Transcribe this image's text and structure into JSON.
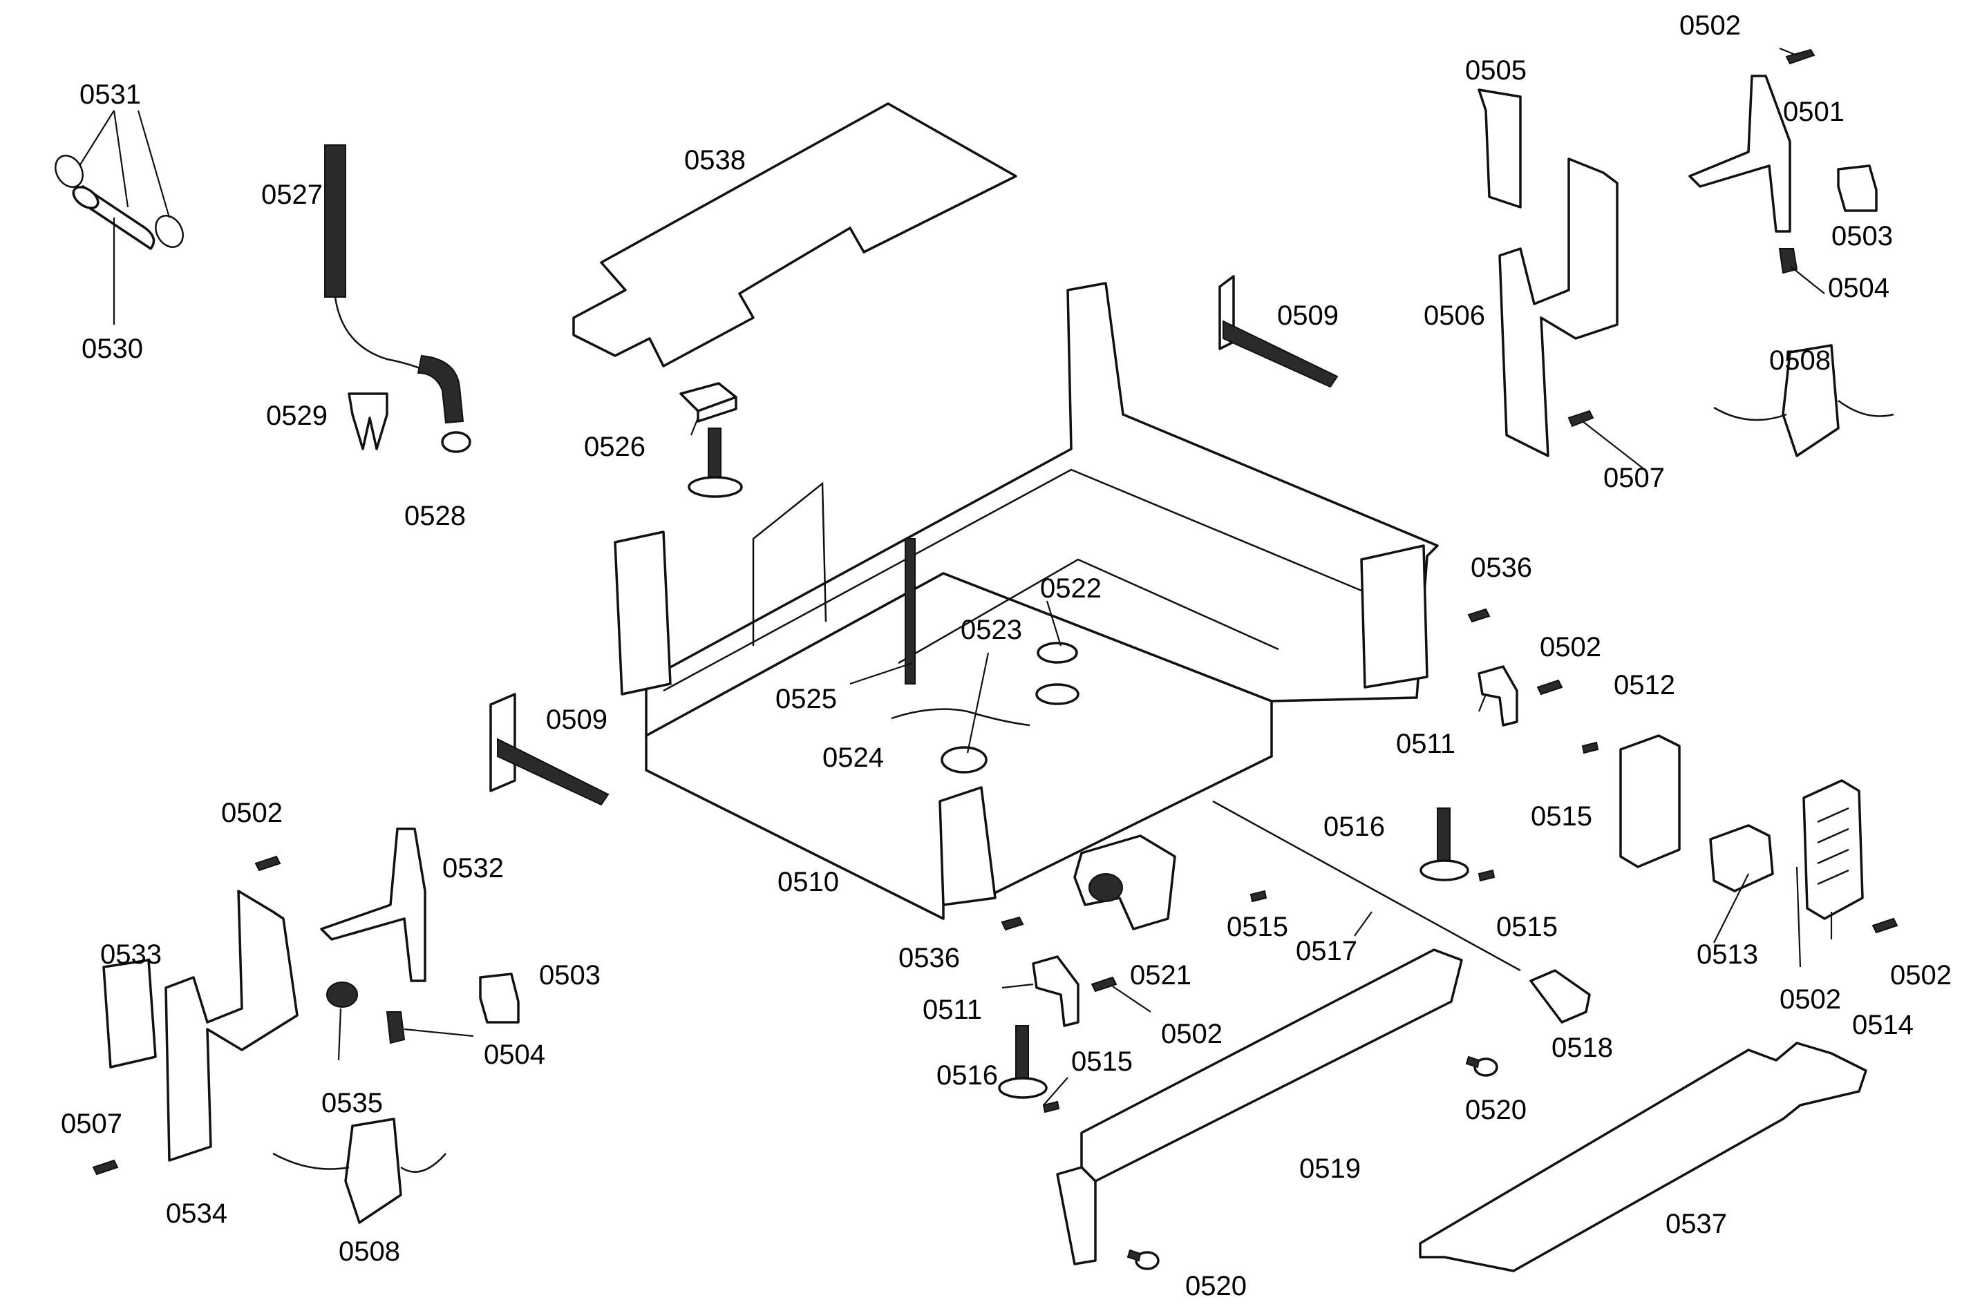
{
  "labels": {
    "l0531": "0531",
    "l0530": "0530",
    "l0527": "0527",
    "l0529": "0529",
    "l0528": "0528",
    "l0538": "0538",
    "l0526": "0526",
    "l0509a": "0509",
    "l0509b": "0509",
    "l0505": "0505",
    "l0506": "0506",
    "l0507a": "0507",
    "l0502a": "0502",
    "l0501": "0501",
    "l0503a": "0503",
    "l0504a": "0504",
    "l0508a": "0508",
    "l0536a": "0536",
    "l0502b": "0502",
    "l0511a": "0511",
    "l0512": "0512",
    "l0515a": "0515",
    "l0516a": "0516",
    "l0515b": "0515",
    "l0513": "0513",
    "l0502c": "0502",
    "l0514": "0514",
    "l0502d": "0502",
    "l0522": "0522",
    "l0523": "0523",
    "l0525": "0525",
    "l0524": "0524",
    "l0510": "0510",
    "l0502e": "0502",
    "l0532": "0532",
    "l0533": "0533",
    "l0503b": "0503",
    "l0504b": "0504",
    "l0535": "0535",
    "l0507b": "0507",
    "l0534": "0534",
    "l0508b": "0508",
    "l0536b": "0536",
    "l0521": "0521",
    "l0515c": "0515",
    "l0517": "0517",
    "l0518": "0518",
    "l0511b": "0511",
    "l0502f": "0502",
    "l0516b": "0516",
    "l0515d": "0515",
    "l0519": "0519",
    "l0520a": "0520",
    "l0520b": "0520",
    "l0537": "0537"
  }
}
